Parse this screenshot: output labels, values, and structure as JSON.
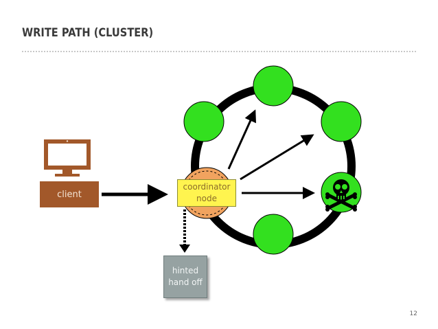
{
  "slide": {
    "title": "WRITE PATH (CLUSTER)",
    "page_number": "12"
  },
  "client": {
    "label": "client"
  },
  "coordinator": {
    "line1": "coordinator",
    "line2": "node"
  },
  "hinted": {
    "line1": "hinted",
    "line2": "hand off"
  },
  "colors": {
    "node_green": "#33e01f",
    "coordinator_orange": "#f1a35f",
    "coordinator_label_bg": "#fff44f",
    "client_brown": "#a2582a",
    "hinted_gray": "#96a2a2",
    "ring": "#000000"
  },
  "icons": {
    "client": "computer-monitor-icon",
    "dead_node": "skull-crossbones-icon"
  }
}
